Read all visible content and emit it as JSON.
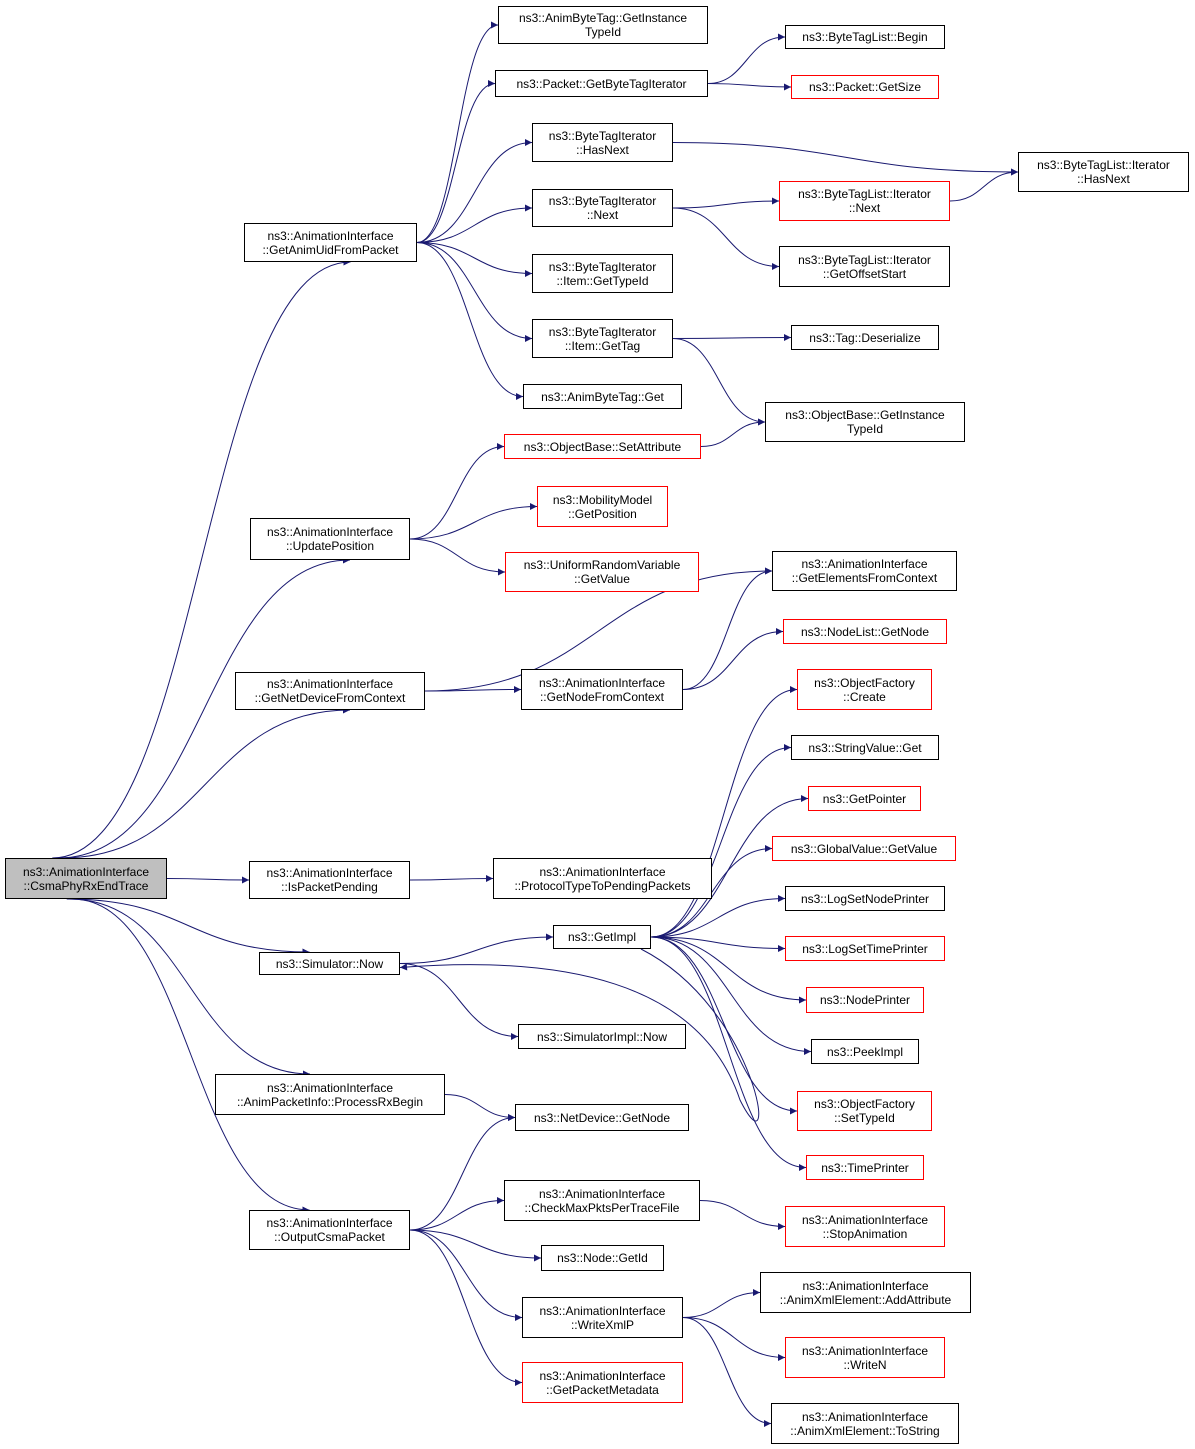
{
  "colors": {
    "edge": "#191970",
    "border_default": "#000000",
    "border_truncated": "#ff0000",
    "root_fill": "#bfbfbf"
  },
  "nodes": {
    "root": {
      "lines": [
        "ns3::AnimationInterface",
        "::CsmaPhyRxEndTrace"
      ],
      "style": "root"
    },
    "getAnimUid": {
      "lines": [
        "ns3::AnimationInterface",
        "::GetAnimUidFromPacket"
      ],
      "style": "normal"
    },
    "updatePosition": {
      "lines": [
        "ns3::AnimationInterface",
        "::UpdatePosition"
      ],
      "style": "normal"
    },
    "getNetDevice": {
      "lines": [
        "ns3::AnimationInterface",
        "::GetNetDeviceFromContext"
      ],
      "style": "normal"
    },
    "isPacketPending": {
      "lines": [
        "ns3::AnimationInterface",
        "::IsPacketPending"
      ],
      "style": "normal"
    },
    "simNow": {
      "lines": [
        "ns3::Simulator::Now"
      ],
      "style": "normal"
    },
    "processRxBegin": {
      "lines": [
        "ns3::AnimationInterface",
        "::AnimPacketInfo::ProcessRxBegin"
      ],
      "style": "normal"
    },
    "outputCsma": {
      "lines": [
        "ns3::AnimationInterface",
        "::OutputCsmaPacket"
      ],
      "style": "normal"
    },
    "animByteTagGetInstance": {
      "lines": [
        "ns3::AnimByteTag::GetInstance",
        "TypeId"
      ],
      "style": "normal"
    },
    "packetGetByteTagIter": {
      "lines": [
        "ns3::Packet::GetByteTagIterator"
      ],
      "style": "normal"
    },
    "btiHasNext": {
      "lines": [
        "ns3::ByteTagIterator",
        "::HasNext"
      ],
      "style": "normal"
    },
    "btiNext": {
      "lines": [
        "ns3::ByteTagIterator",
        "::Next"
      ],
      "style": "normal"
    },
    "btiItemGetTypeId": {
      "lines": [
        "ns3::ByteTagIterator",
        "::Item::GetTypeId"
      ],
      "style": "normal"
    },
    "btiItemGetTag": {
      "lines": [
        "ns3::ByteTagIterator",
        "::Item::GetTag"
      ],
      "style": "normal"
    },
    "animByteTagGet": {
      "lines": [
        "ns3::AnimByteTag::Get"
      ],
      "style": "normal"
    },
    "byteTagListBegin": {
      "lines": [
        "ns3::ByteTagList::Begin"
      ],
      "style": "normal"
    },
    "packetGetSize": {
      "lines": [
        "ns3::Packet::GetSize"
      ],
      "style": "truncated"
    },
    "btlIterHasNext": {
      "lines": [
        "ns3::ByteTagList::Iterator",
        "::HasNext"
      ],
      "style": "normal"
    },
    "btlIterNext": {
      "lines": [
        "ns3::ByteTagList::Iterator",
        "::Next"
      ],
      "style": "truncated"
    },
    "btlIterGetOffsetStart": {
      "lines": [
        "ns3::ByteTagList::Iterator",
        "::GetOffsetStart"
      ],
      "style": "normal"
    },
    "tagDeserialize": {
      "lines": [
        "ns3::Tag::Deserialize"
      ],
      "style": "normal"
    },
    "objBaseGetInstanceTypeId": {
      "lines": [
        "ns3::ObjectBase::GetInstance",
        "TypeId"
      ],
      "style": "normal"
    },
    "objBaseSetAttribute": {
      "lines": [
        "ns3::ObjectBase::SetAttribute"
      ],
      "style": "truncated"
    },
    "mobilityGetPosition": {
      "lines": [
        "ns3::MobilityModel",
        "::GetPosition"
      ],
      "style": "truncated"
    },
    "uniformRVGetValue": {
      "lines": [
        "ns3::UniformRandomVariable",
        "::GetValue"
      ],
      "style": "truncated"
    },
    "getElementsFromContext": {
      "lines": [
        "ns3::AnimationInterface",
        "::GetElementsFromContext"
      ],
      "style": "normal"
    },
    "nodeListGetNode": {
      "lines": [
        "ns3::NodeList::GetNode"
      ],
      "style": "truncated"
    },
    "getNodeFromContext": {
      "lines": [
        "ns3::AnimationInterface",
        "::GetNodeFromContext"
      ],
      "style": "normal"
    },
    "protocolTypeToPending": {
      "lines": [
        "ns3::AnimationInterface",
        "::ProtocolTypeToPendingPackets"
      ],
      "style": "normal"
    },
    "objFactoryCreate": {
      "lines": [
        "ns3::ObjectFactory",
        "::Create"
      ],
      "style": "truncated"
    },
    "stringValueGet": {
      "lines": [
        "ns3::StringValue::Get"
      ],
      "style": "normal"
    },
    "getPointer": {
      "lines": [
        "ns3::GetPointer"
      ],
      "style": "truncated"
    },
    "globalValueGetValue": {
      "lines": [
        "ns3::GlobalValue::GetValue"
      ],
      "style": "truncated"
    },
    "logSetNodePrinter": {
      "lines": [
        "ns3::LogSetNodePrinter"
      ],
      "style": "normal"
    },
    "logSetTimePrinter": {
      "lines": [
        "ns3::LogSetTimePrinter"
      ],
      "style": "truncated"
    },
    "nodePrinter": {
      "lines": [
        "ns3::NodePrinter"
      ],
      "style": "truncated"
    },
    "peekImpl": {
      "lines": [
        "ns3::PeekImpl"
      ],
      "style": "normal"
    },
    "objFactorySetTypeId": {
      "lines": [
        "ns3::ObjectFactory",
        "::SetTypeId"
      ],
      "style": "truncated"
    },
    "timePrinter": {
      "lines": [
        "ns3::TimePrinter"
      ],
      "style": "truncated"
    },
    "getImpl": {
      "lines": [
        "ns3::GetImpl"
      ],
      "style": "normal"
    },
    "simImplNow": {
      "lines": [
        "ns3::SimulatorImpl::Now"
      ],
      "style": "normal"
    },
    "netDeviceGetNode": {
      "lines": [
        "ns3::NetDevice::GetNode"
      ],
      "style": "normal"
    },
    "checkMaxPkts": {
      "lines": [
        "ns3::AnimationInterface",
        "::CheckMaxPktsPerTraceFile"
      ],
      "style": "normal"
    },
    "stopAnimation": {
      "lines": [
        "ns3::AnimationInterface",
        "::StopAnimation"
      ],
      "style": "truncated"
    },
    "nodeGetId": {
      "lines": [
        "ns3::Node::GetId"
      ],
      "style": "normal"
    },
    "writeXmlP": {
      "lines": [
        "ns3::AnimationInterface",
        "::WriteXmlP"
      ],
      "style": "normal"
    },
    "getPacketMetadata": {
      "lines": [
        "ns3::AnimationInterface",
        "::GetPacketMetadata"
      ],
      "style": "truncated"
    },
    "addAttribute": {
      "lines": [
        "ns3::AnimationInterface",
        "::AnimXmlElement::AddAttribute"
      ],
      "style": "normal"
    },
    "writeN": {
      "lines": [
        "ns3::AnimationInterface",
        "::WriteN"
      ],
      "style": "truncated"
    },
    "toString": {
      "lines": [
        "ns3::AnimationInterface",
        "::AnimXmlElement::ToString"
      ],
      "style": "normal"
    }
  },
  "edges": [
    [
      "root",
      "getAnimUid"
    ],
    [
      "root",
      "updatePosition"
    ],
    [
      "root",
      "getNetDevice"
    ],
    [
      "root",
      "isPacketPending"
    ],
    [
      "root",
      "simNow"
    ],
    [
      "root",
      "processRxBegin"
    ],
    [
      "root",
      "outputCsma"
    ],
    [
      "getAnimUid",
      "animByteTagGetInstance"
    ],
    [
      "getAnimUid",
      "packetGetByteTagIter"
    ],
    [
      "getAnimUid",
      "btiHasNext"
    ],
    [
      "getAnimUid",
      "btiNext"
    ],
    [
      "getAnimUid",
      "btiItemGetTypeId"
    ],
    [
      "getAnimUid",
      "btiItemGetTag"
    ],
    [
      "getAnimUid",
      "animByteTagGet"
    ],
    [
      "packetGetByteTagIter",
      "byteTagListBegin"
    ],
    [
      "packetGetByteTagIter",
      "packetGetSize"
    ],
    [
      "btiHasNext",
      "btlIterHasNext"
    ],
    [
      "btiNext",
      "btlIterNext"
    ],
    [
      "btiNext",
      "btlIterGetOffsetStart"
    ],
    [
      "btlIterNext",
      "btlIterHasNext"
    ],
    [
      "btiItemGetTag",
      "tagDeserialize"
    ],
    [
      "btiItemGetTag",
      "objBaseGetInstanceTypeId"
    ],
    [
      "updatePosition",
      "objBaseSetAttribute"
    ],
    [
      "updatePosition",
      "mobilityGetPosition"
    ],
    [
      "updatePosition",
      "uniformRVGetValue"
    ],
    [
      "objBaseSetAttribute",
      "objBaseGetInstanceTypeId"
    ],
    [
      "getNetDevice",
      "getElementsFromContext"
    ],
    [
      "getNetDevice",
      "getNodeFromContext"
    ],
    [
      "getNodeFromContext",
      "getElementsFromContext"
    ],
    [
      "getNodeFromContext",
      "nodeListGetNode"
    ],
    [
      "isPacketPending",
      "protocolTypeToPending"
    ],
    [
      "simNow",
      "getImpl"
    ],
    [
      "simNow",
      "simImplNow"
    ],
    [
      "getImpl",
      "objFactoryCreate"
    ],
    [
      "getImpl",
      "stringValueGet"
    ],
    [
      "getImpl",
      "getPointer"
    ],
    [
      "getImpl",
      "globalValueGetValue"
    ],
    [
      "getImpl",
      "logSetNodePrinter"
    ],
    [
      "getImpl",
      "logSetTimePrinter"
    ],
    [
      "getImpl",
      "nodePrinter"
    ],
    [
      "getImpl",
      "peekImpl"
    ],
    [
      "getImpl",
      "objFactorySetTypeId"
    ],
    [
      "getImpl",
      "timePrinter"
    ],
    [
      "getImpl",
      "simNow"
    ],
    [
      "processRxBegin",
      "netDeviceGetNode"
    ],
    [
      "outputCsma",
      "netDeviceGetNode"
    ],
    [
      "outputCsma",
      "checkMaxPkts"
    ],
    [
      "outputCsma",
      "nodeGetId"
    ],
    [
      "outputCsma",
      "writeXmlP"
    ],
    [
      "outputCsma",
      "getPacketMetadata"
    ],
    [
      "checkMaxPkts",
      "stopAnimation"
    ],
    [
      "writeXmlP",
      "addAttribute"
    ],
    [
      "writeXmlP",
      "writeN"
    ],
    [
      "writeXmlP",
      "toString"
    ]
  ]
}
